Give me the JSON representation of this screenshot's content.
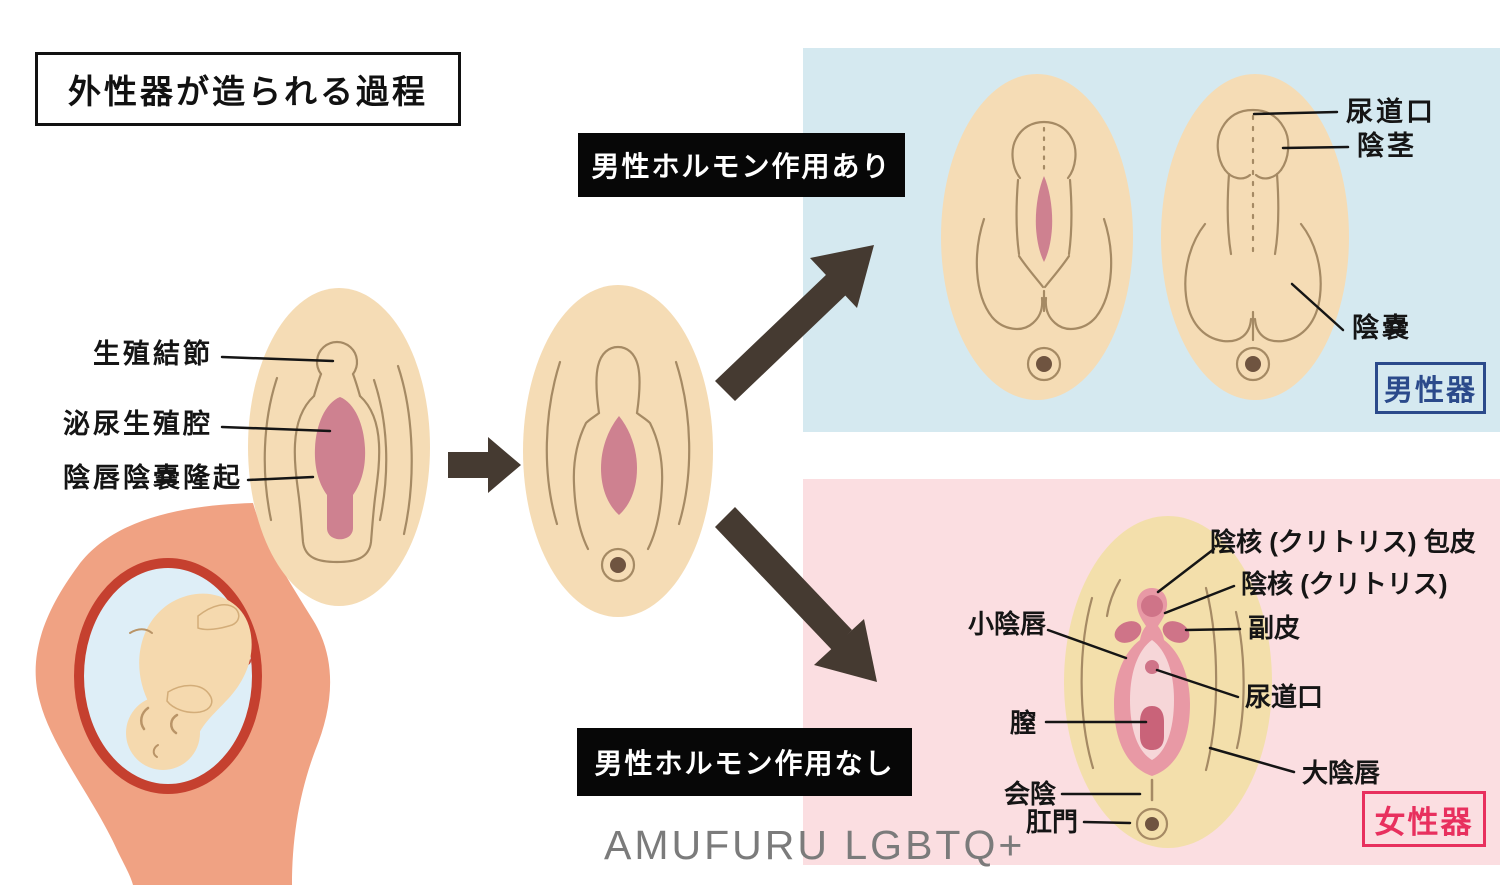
{
  "title": "外性器が造られる過程",
  "watermark": "AMUFURU LGBTQ+",
  "early_stage": {
    "labels": {
      "genital_tubercle": "生殖結節",
      "urogenital_sinus": "泌尿生殖腔",
      "labioscrotal_swelling": "陰唇陰嚢隆起"
    }
  },
  "male_branch": {
    "header": "男性ホルモン作用あり",
    "badge": "男性器",
    "labels": {
      "urethral_opening": "尿道口",
      "penis": "陰茎",
      "scrotum": "陰嚢"
    }
  },
  "female_branch": {
    "header": "男性ホルモン作用なし",
    "badge": "女性器",
    "labels": {
      "clitoral_hood": "陰核 (クリトリス) 包皮",
      "clitoris": "陰核 (クリトリス)",
      "accessory_fold": "副皮",
      "labia_minora": "小陰唇",
      "urethral_opening": "尿道口",
      "vagina": "膣",
      "labia_majora": "大陰唇",
      "perineum": "会陰",
      "anus": "肛門"
    }
  },
  "colors": {
    "panel_male_blue": "#d5e9f0",
    "panel_female_pink": "#fbdee1",
    "diagram_skin_cream": "#f5dcb5",
    "diagram_skin_cream_female": "#f3dfab",
    "diagram_inner_pink": "#ce8190",
    "diagram_outline_brown": "#a58a64",
    "arrow_dark_brown": "#453a31",
    "body_salmon": "#f0a283",
    "womb_red": "#c5402f",
    "amniotic_blue": "#deeef7",
    "fetus_cream": "#f5d9ae",
    "badge_male_navy": "#2b4a8b",
    "badge_female_crimson": "#e8305e"
  }
}
